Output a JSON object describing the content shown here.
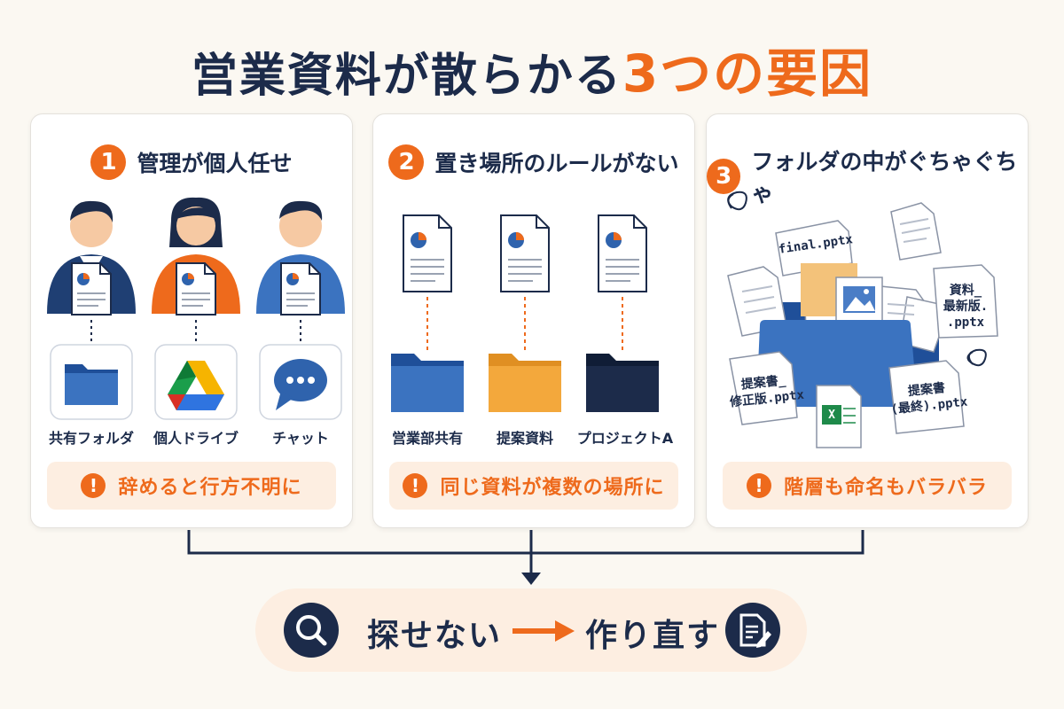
{
  "title": {
    "main": "営業資料が散らかる",
    "accent": "3つの要因"
  },
  "cards": [
    {
      "number": "1",
      "title": "管理が個人任せ",
      "labels": [
        "共有フォルダ",
        "個人ドライブ",
        "チャット"
      ],
      "warning": "辞めると行方不明に"
    },
    {
      "number": "2",
      "title": "置き場所のルールがない",
      "labels": [
        "営業部共有",
        "提案資料",
        "プロジェクトA"
      ],
      "warning": "同じ資料が複数の場所に"
    },
    {
      "number": "3",
      "title": "フォルダの中がぐちゃぐちゃ",
      "files": [
        "final.pptx",
        "資料_",
        "最新版.",
        ".pptx",
        "提案書_",
        "修正版.pptx",
        "提案書",
        "(最終).pptx"
      ],
      "excel_letter": "X",
      "warning": "階層も命名もバラバラ"
    }
  ],
  "result": {
    "left": "探せない",
    "right": "作り直す"
  },
  "colors": {
    "navy": "#1c2b4a",
    "orange": "#ee6a1c",
    "blue": "#2f63ad",
    "yellow": "#f3a83c",
    "peach": "#fdeee1"
  },
  "icons": [
    "person-icon",
    "document-chart-icon",
    "folder-icon",
    "google-drive-icon",
    "chat-bubble-icon",
    "warning-icon",
    "search-icon",
    "edit-document-icon",
    "excel-icon",
    "image-icon",
    "arrow-right-icon"
  ]
}
